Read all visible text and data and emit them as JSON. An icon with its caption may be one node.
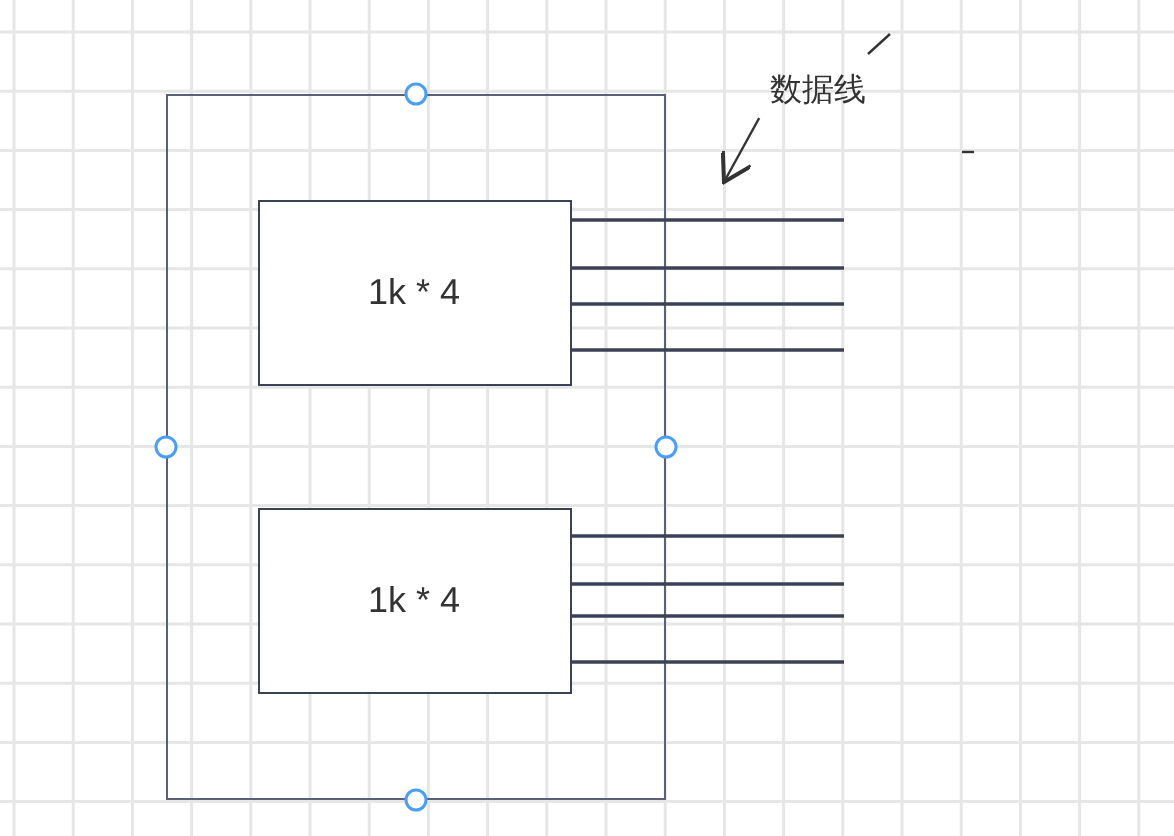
{
  "diagram": {
    "nodes": [
      {
        "text": [],
        "shape": "box"
      },
      {
        "text": [
          "1k * 4"
        ],
        "in": 0
      },
      {
        "text": [
          "1k * 4"
        ],
        "in": 0
      },
      {
        "text": [
          "数据线"
        ]
      }
    ],
    "edges": [
      {
        "from": 1,
        "to": null,
        "arrow": "none"
      },
      {
        "from": 1,
        "to": null,
        "arrow": "none"
      },
      {
        "from": 1,
        "to": null,
        "arrow": "none"
      },
      {
        "from": 1,
        "to": null,
        "arrow": "none"
      },
      {
        "from": 2,
        "to": null,
        "arrow": "none"
      },
      {
        "from": 2,
        "to": null,
        "arrow": "none"
      },
      {
        "from": 2,
        "to": null,
        "arrow": "none"
      },
      {
        "from": 2,
        "to": null,
        "arrow": "none"
      },
      {
        "from": 3,
        "to": null,
        "arrow": "to"
      }
    ]
  }
}
